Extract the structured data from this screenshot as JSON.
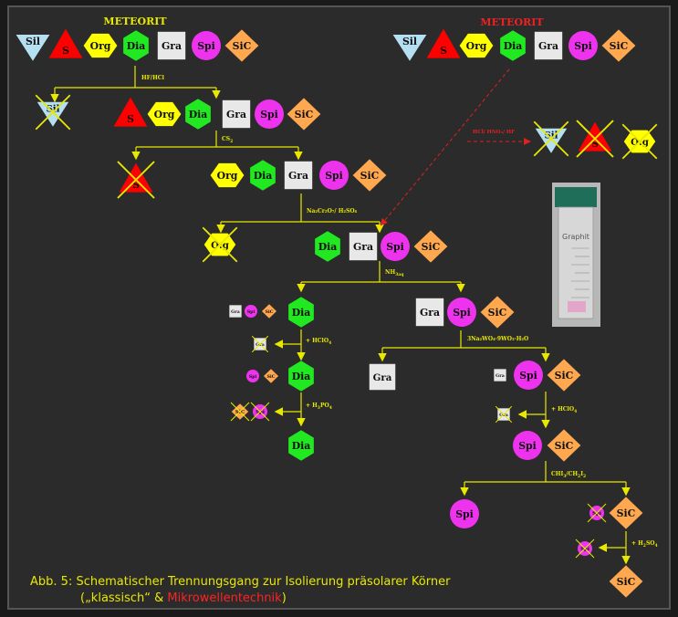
{
  "title_left": "METEORIT",
  "title_right": "METEORIT",
  "minerals": {
    "sil": "Sil",
    "s": "S",
    "org": "Org",
    "dia": "Dia",
    "gra": "Gra",
    "spi": "Spi",
    "sic": "SiC",
    "org_alt": "O:g"
  },
  "reagents": {
    "hf_hcl": "HF/HCl",
    "cs2": "CS",
    "cs2_sub": "2",
    "na2cr2o7": "Na₂Cr₂O₇/ H₂SO₄",
    "nh3": "NH",
    "nh3_sub": "3aq",
    "hclo4_a": "+ HClO",
    "hclo4_a_sub": "4",
    "h3po4": "+ H",
    "h3po4_sub": "3",
    "h3po4_end": "PO",
    "h3po4_sub2": "4",
    "na_tungstate": "3Na₂WO₄·9WO₃·H₂O",
    "hclo4_b": "+ HClO",
    "hclo4_b_sub": "4",
    "ch2i2": "CHI",
    "ch2i2_sub1": "3",
    "ch2i2_mid": "/CH",
    "ch2i2_sub2": "2",
    "ch2i2_end": "I",
    "ch2i2_sub3": "2",
    "h2so4": "+ H",
    "h2so4_sub": "2",
    "h2so4_end": "SO",
    "h2so4_sub2": "4",
    "microwave": "HCl/ HNO₃/ HF"
  },
  "photo_label": "Graphit",
  "caption": {
    "line1": "Abb. 5: Schematischer Trennungsgang zur Isolierung präsolarer Körner",
    "line2_a": "(„klassisch“ & ",
    "line2_b": "Mikrowellentechnik",
    "line2_c": ")"
  },
  "colors": {
    "sil": "#b5e0f2",
    "s": "#ff0000",
    "org": "#ffff00",
    "dia": "#22e822",
    "gra": "#e8e8e8",
    "spi": "#ee33ee",
    "sic": "#ffa850",
    "arrow": "#e8e800",
    "red_arrow": "#dd2222",
    "title_yellow": "#e8e800",
    "title_red": "#ee2222",
    "cross": "#e8e800",
    "caption_yellow": "#e8e800",
    "caption_red": "#ff2222"
  }
}
